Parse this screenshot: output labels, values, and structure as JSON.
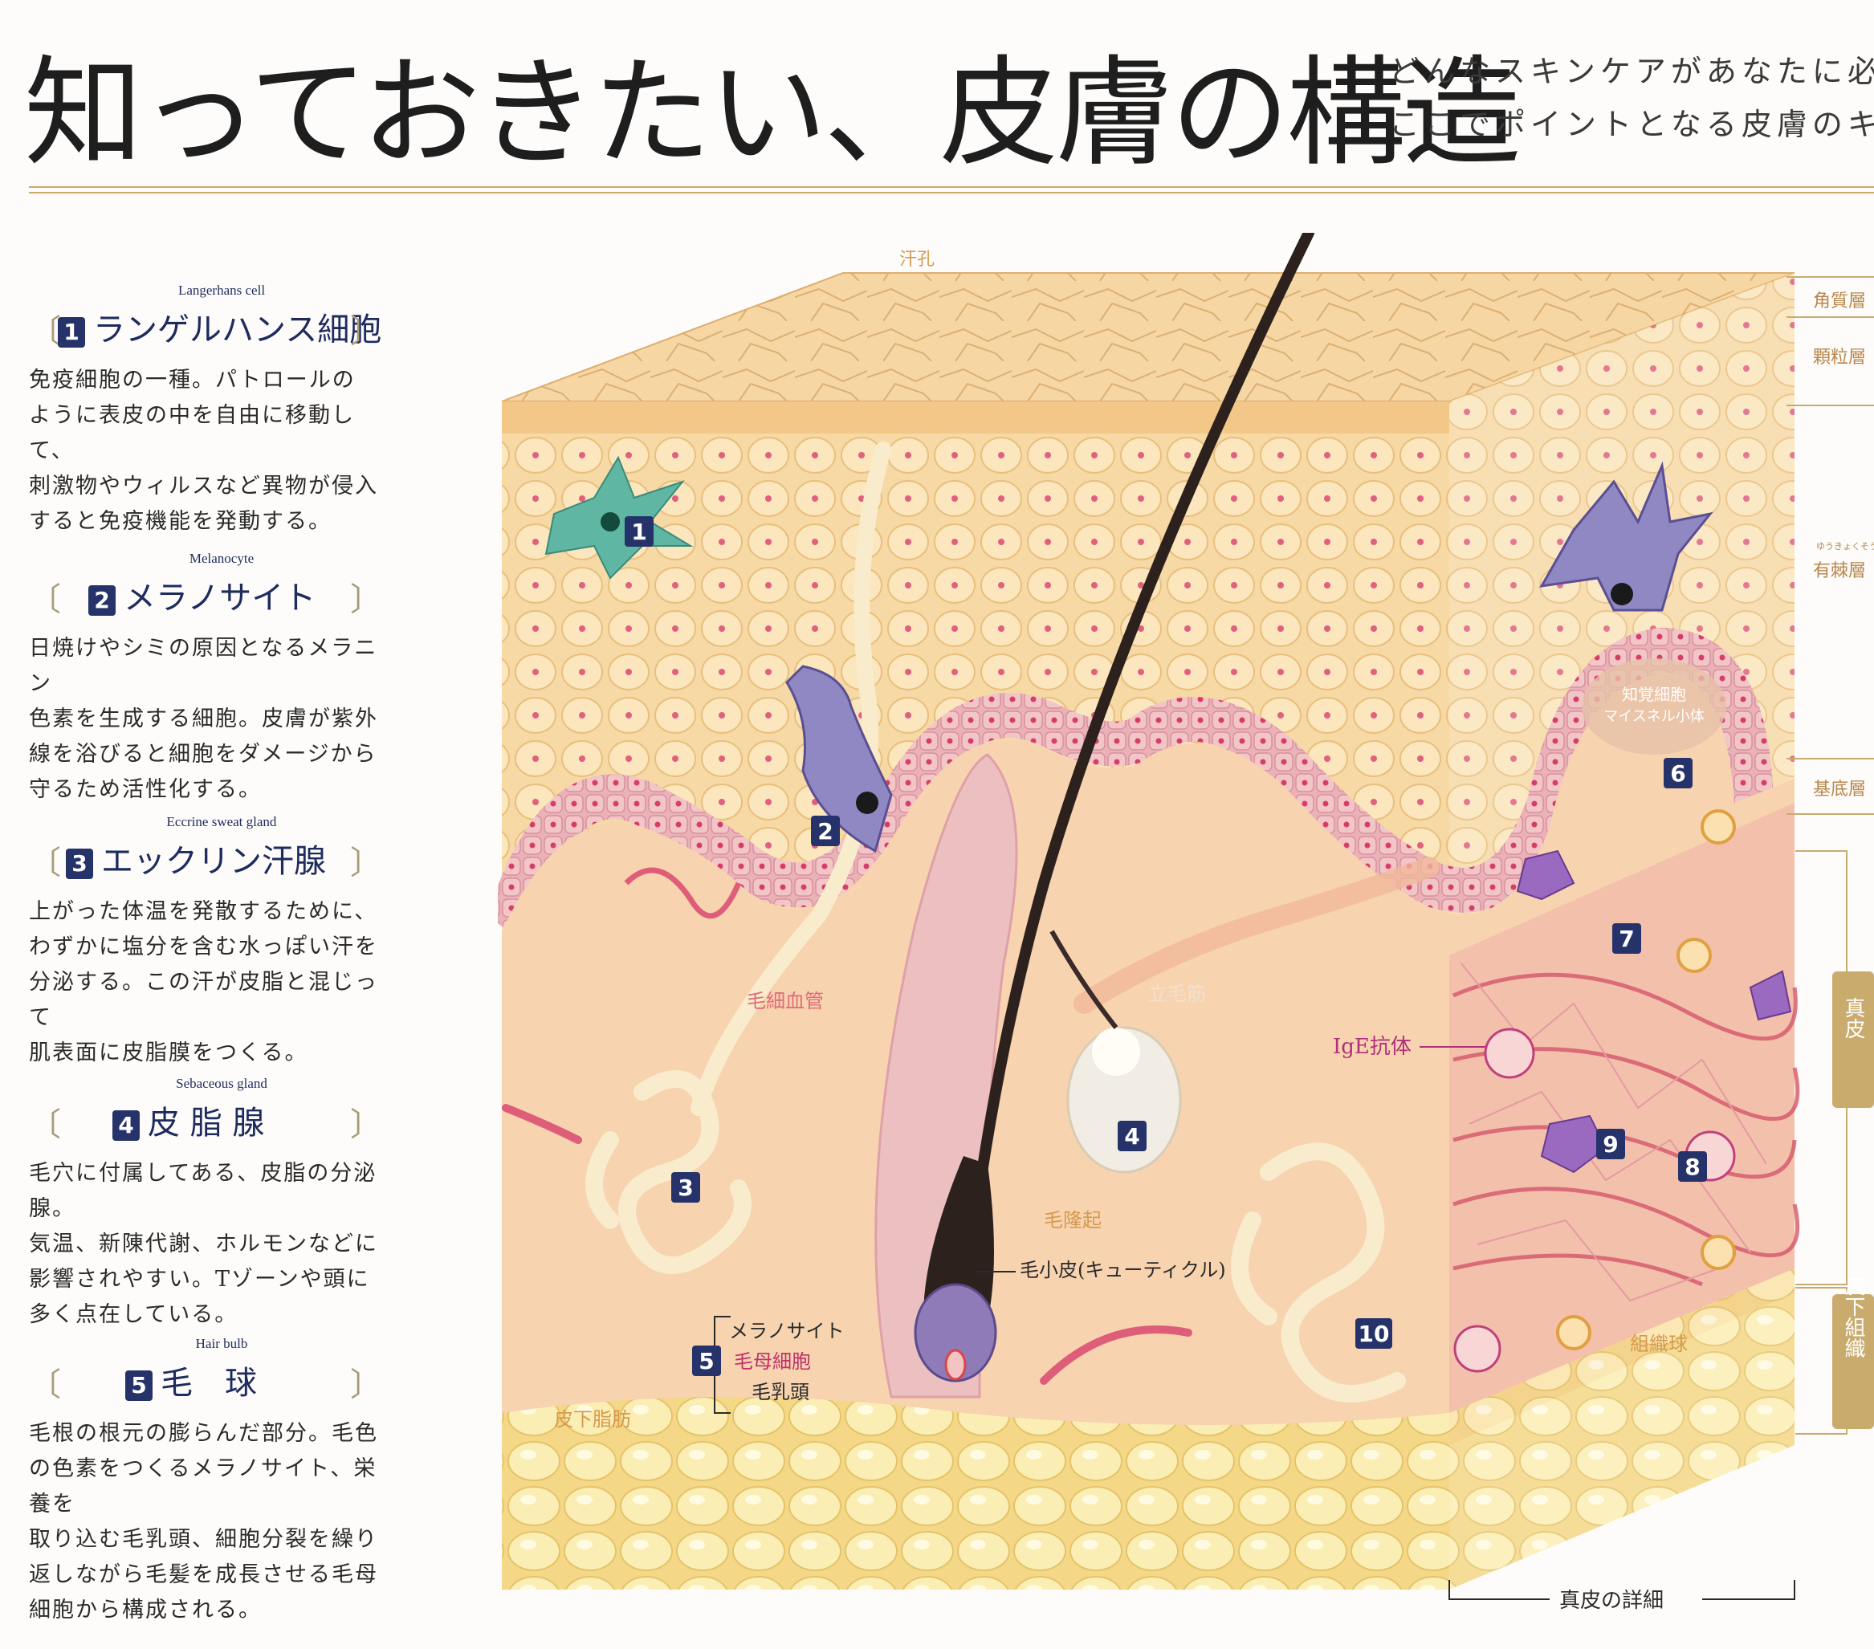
{
  "title": "知っておきたい、皮膚の構造",
  "intro": {
    "line1": "どんなスキンケアがあなたに必要",
    "line2": "ここでポイントとなる皮膚のキー"
  },
  "items": [
    {
      "num": "1",
      "en": "Langerhans cell",
      "name": "ランゲルハンス細胞",
      "desc": [
        "免疫細胞の一種。パトロールの",
        "ように表皮の中を自由に移動して、",
        "刺激物やウィルスなど異物が侵入",
        "すると免疫機能を発動する。"
      ]
    },
    {
      "num": "2",
      "en": "Melanocyte",
      "name": "メラノサイト",
      "desc": [
        "日焼けやシミの原因となるメラニン",
        "色素を生成する細胞。皮膚が紫外",
        "線を浴びると細胞をダメージから",
        "守るため活性化する。"
      ]
    },
    {
      "num": "3",
      "en": "Eccrine sweat gland",
      "name": "エックリン汗腺",
      "desc": [
        "上がった体温を発散するために、",
        "わずかに塩分を含む水っぽい汗を",
        "分泌する。この汗が皮脂と混じって",
        "肌表面に皮脂膜をつくる。"
      ]
    },
    {
      "num": "4",
      "en": "Sebaceous gland",
      "name": "皮 脂 腺",
      "desc": [
        "毛穴に付属してある、皮脂の分泌腺。",
        "気温、新陳代謝、ホルモンなどに",
        "影響されやすい。Tゾーンや頭に",
        "多く点在している。"
      ]
    },
    {
      "num": "5",
      "en": "Hair bulb",
      "name": "毛　球",
      "desc": [
        "毛根の根元の膨らんだ部分。毛色",
        "の色素をつくるメラノサイト、栄養を",
        "取り込む毛乳頭、細胞分裂を繰り",
        "返しながら毛髪を成長させる毛母",
        "細胞から構成される。"
      ]
    }
  ],
  "diagram": {
    "labels": {
      "sweat_pore": "汗孔",
      "capillary": "毛細血管",
      "arrector": "立毛筋",
      "hair_bulge": "毛隆起",
      "cuticle": "毛小皮(キューティクル)",
      "melanocyte": "メラノサイト",
      "matrix_cell": "毛母細胞",
      "papilla": "毛乳頭",
      "subcutaneous_fat": "皮下脂肪",
      "ige": "IgE抗体",
      "histiocyte": "組織球",
      "meissner_line1": "知覚細胞",
      "meissner_line2": "マイスネル小体",
      "dermis_detail": "真皮の詳細"
    },
    "layers": {
      "stratum_corneum": "角質層",
      "stratum_granulosum": "顆粒層",
      "spinosum_ruby": "ゆうきょくそう",
      "stratum_spinosum": "有棘層",
      "stratum_basale": "基底層",
      "dermis": "真皮",
      "subcutis": "皮下組織"
    },
    "markers": [
      "1",
      "2",
      "3",
      "4",
      "5",
      "6",
      "7",
      "8",
      "9",
      "10"
    ]
  }
}
